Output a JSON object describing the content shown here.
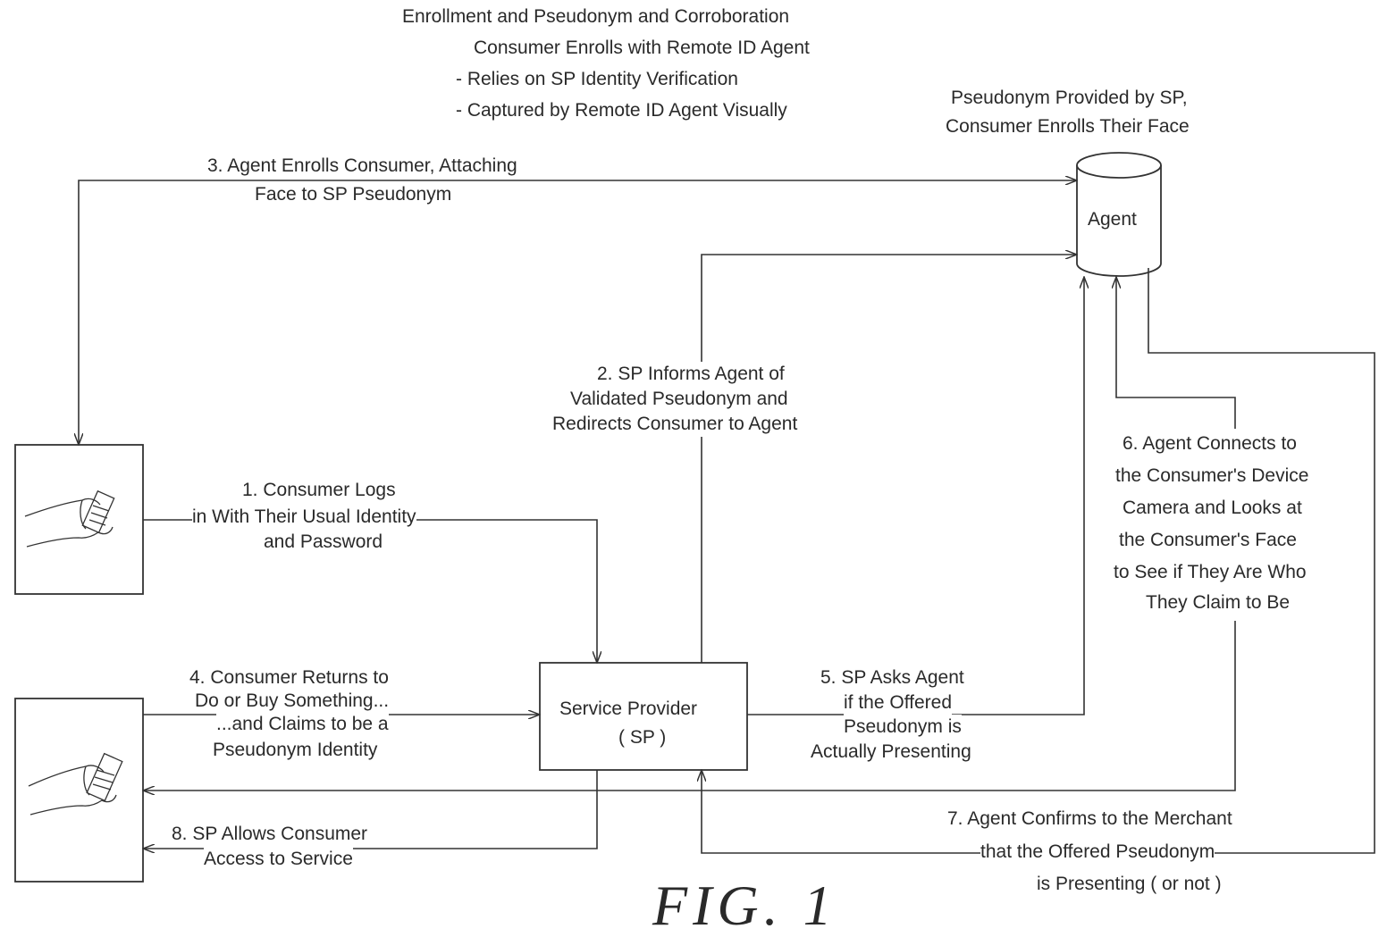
{
  "title": {
    "line1": "Enrollment and Pseudonym and Corroboration",
    "line2": "Consumer Enrolls with Remote ID Agent",
    "bullet1": "- Relies on SP Identity Verification",
    "bullet2": "- Captured by Remote ID Agent Visually"
  },
  "agent": {
    "caption_line1": "Pseudonym Provided by SP,",
    "caption_line2": "Consumer Enrolls Their Face",
    "label": "Agent"
  },
  "service_provider": {
    "line1": "Service Provider",
    "line2": "( SP )"
  },
  "steps": {
    "s1": [
      "1. Consumer Logs",
      "in With Their Usual Identity",
      "and Password"
    ],
    "s2": [
      "2. SP Informs Agent of",
      "Validated Pseudonym and",
      "Redirects Consumer to Agent"
    ],
    "s3": [
      "3. Agent Enrolls Consumer, Attaching",
      "Face to SP Pseudonym"
    ],
    "s4": [
      "4. Consumer Returns to",
      "Do or Buy Something...",
      "...and Claims to be a",
      "Pseudonym Identity"
    ],
    "s5": [
      "5. SP Asks Agent",
      "if the Offered",
      "Pseudonym is",
      "Actually Presenting"
    ],
    "s6": [
      "6. Agent Connects to",
      "the Consumer's Device",
      "Camera and Looks at",
      "the Consumer's Face",
      "to See if They Are Who",
      "They Claim to Be"
    ],
    "s7": [
      "7. Agent Confirms to the Merchant",
      "that the Offered Pseudonym",
      "is Presenting ( or not )"
    ],
    "s8": [
      "8. SP Allows Consumer",
      "Access to Service"
    ]
  },
  "figure_label": "FIG. 1"
}
